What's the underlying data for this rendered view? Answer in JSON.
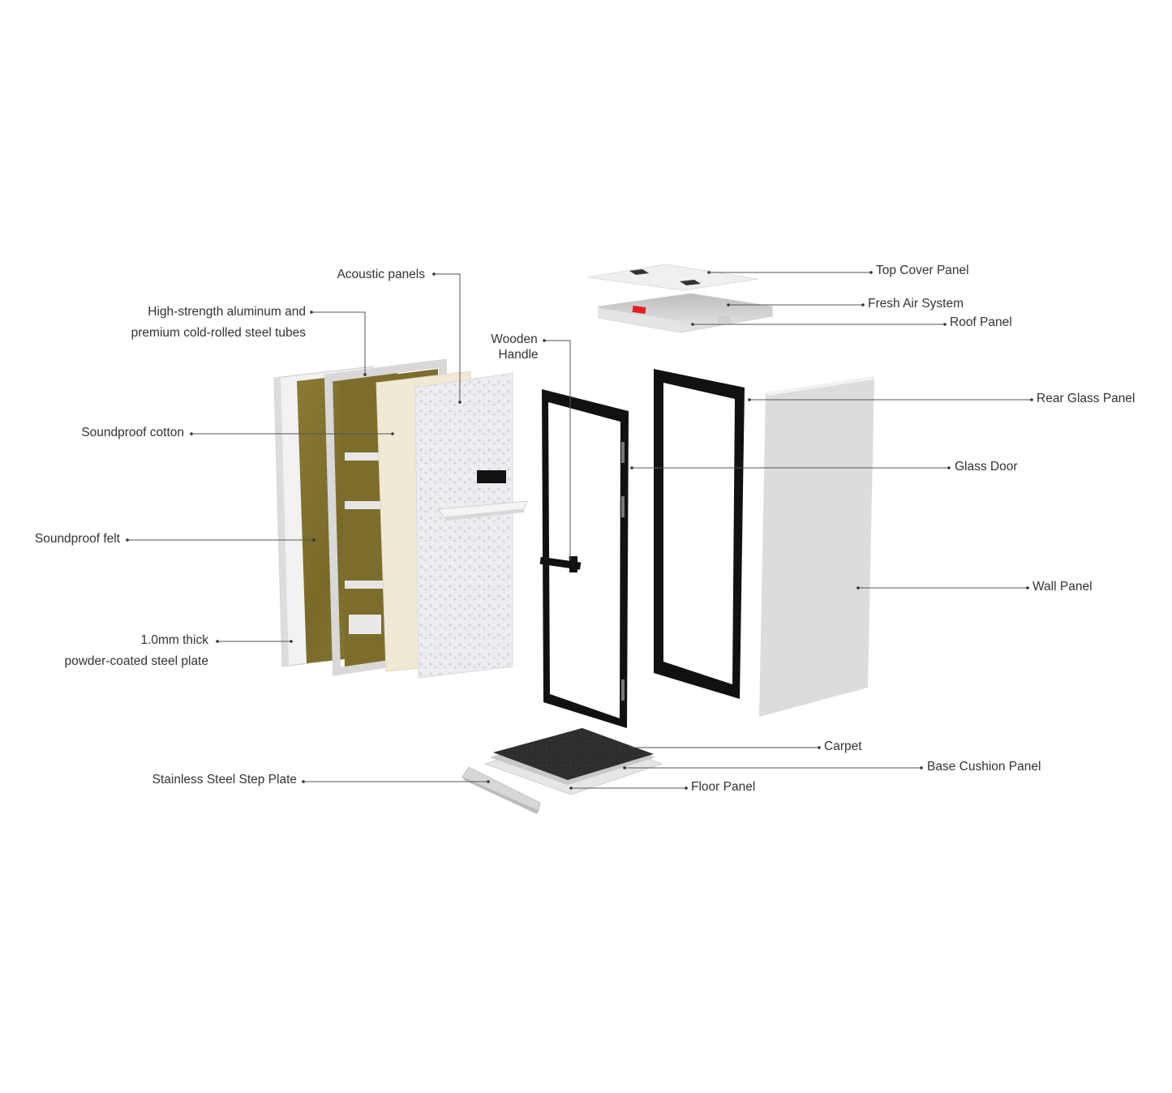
{
  "diagram": {
    "type": "exploded-view",
    "subject": "Soundproof booth / office pod",
    "colors": {
      "background": "#ffffff",
      "leader_line": "#555555",
      "text": "#333333",
      "frame_black": "#111111",
      "felt_olive": "#7a6a2a",
      "cotton_cream": "#efe9d6",
      "acoustic_grey": "#e4e4e8",
      "wall_grey": "#dcdcde",
      "carpet_dark": "#2b2b2b",
      "fan_red": "#e02020"
    },
    "labels": {
      "acoustic_panels": "Acoustic panels",
      "aluminum_line1": "High-strength aluminum and",
      "aluminum_line2": "premium cold-rolled steel tubes",
      "soundproof_cotton": "Soundproof cotton",
      "soundproof_felt": "Soundproof felt",
      "steel_plate_line1": "1.0mm thick",
      "steel_plate_line2": "powder-coated steel plate",
      "wooden_handle_line1": "Wooden",
      "wooden_handle_line2": "Handle",
      "top_cover_panel": "Top Cover Panel",
      "fresh_air_system": "Fresh Air System",
      "roof_panel": "Roof Panel",
      "rear_glass_panel": "Rear Glass Panel",
      "glass_door": "Glass Door",
      "wall_panel": "Wall Panel",
      "carpet": "Carpet",
      "base_cushion_panel": "Base Cushion Panel",
      "floor_panel": "Floor Panel",
      "stainless_steel_step_plate": "Stainless Steel Step Plate"
    }
  }
}
